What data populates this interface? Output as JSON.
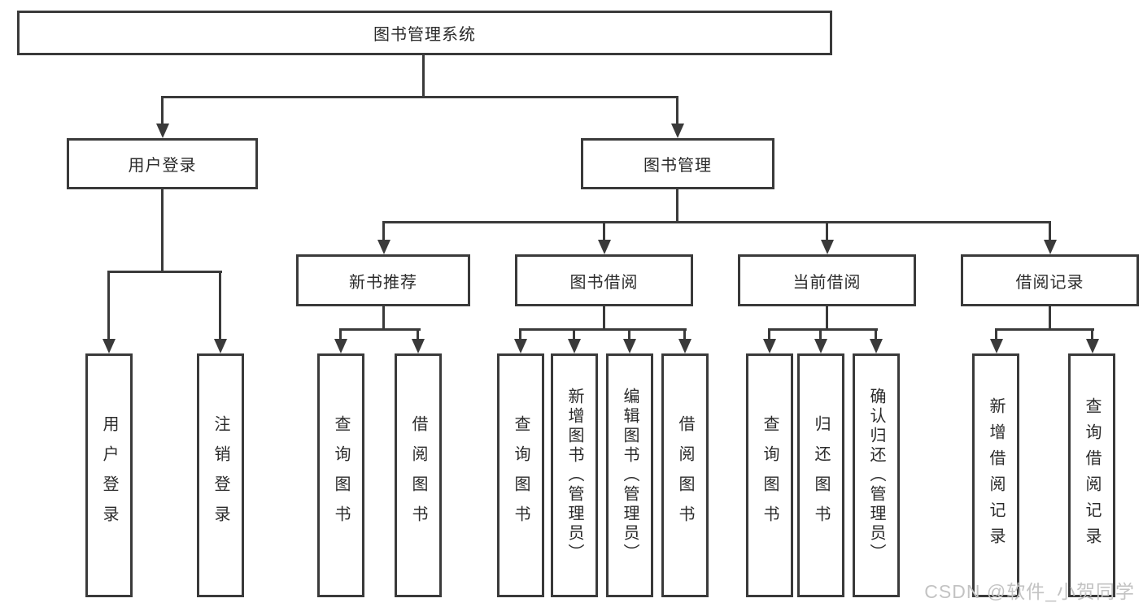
{
  "tree": {
    "root": "图书管理系统",
    "branches": [
      {
        "label": "用户登录",
        "children": [
          "用户登录",
          "注销登录"
        ]
      },
      {
        "label": "图书管理",
        "sections": [
          {
            "label": "新书推荐",
            "children": [
              "查询图书",
              "借阅图书"
            ]
          },
          {
            "label": "图书借阅",
            "children": [
              "查询图书",
              "新增图书（管理员）",
              "编辑图书（管理员）",
              "借阅图书"
            ]
          },
          {
            "label": "当前借阅",
            "children": [
              "查询图书",
              "归还图书",
              "确认归还（管理员）"
            ]
          },
          {
            "label": "借阅记录",
            "children": [
              "新增借阅记录",
              "查询借阅记录"
            ]
          }
        ]
      }
    ]
  },
  "watermark": {
    "text": "CSDN @软件_小贺同学"
  },
  "colors": {
    "line": "#3a3a3a",
    "text": "#2b2b2b",
    "background": "#ffffff",
    "watermark": "#c3c3c3"
  }
}
